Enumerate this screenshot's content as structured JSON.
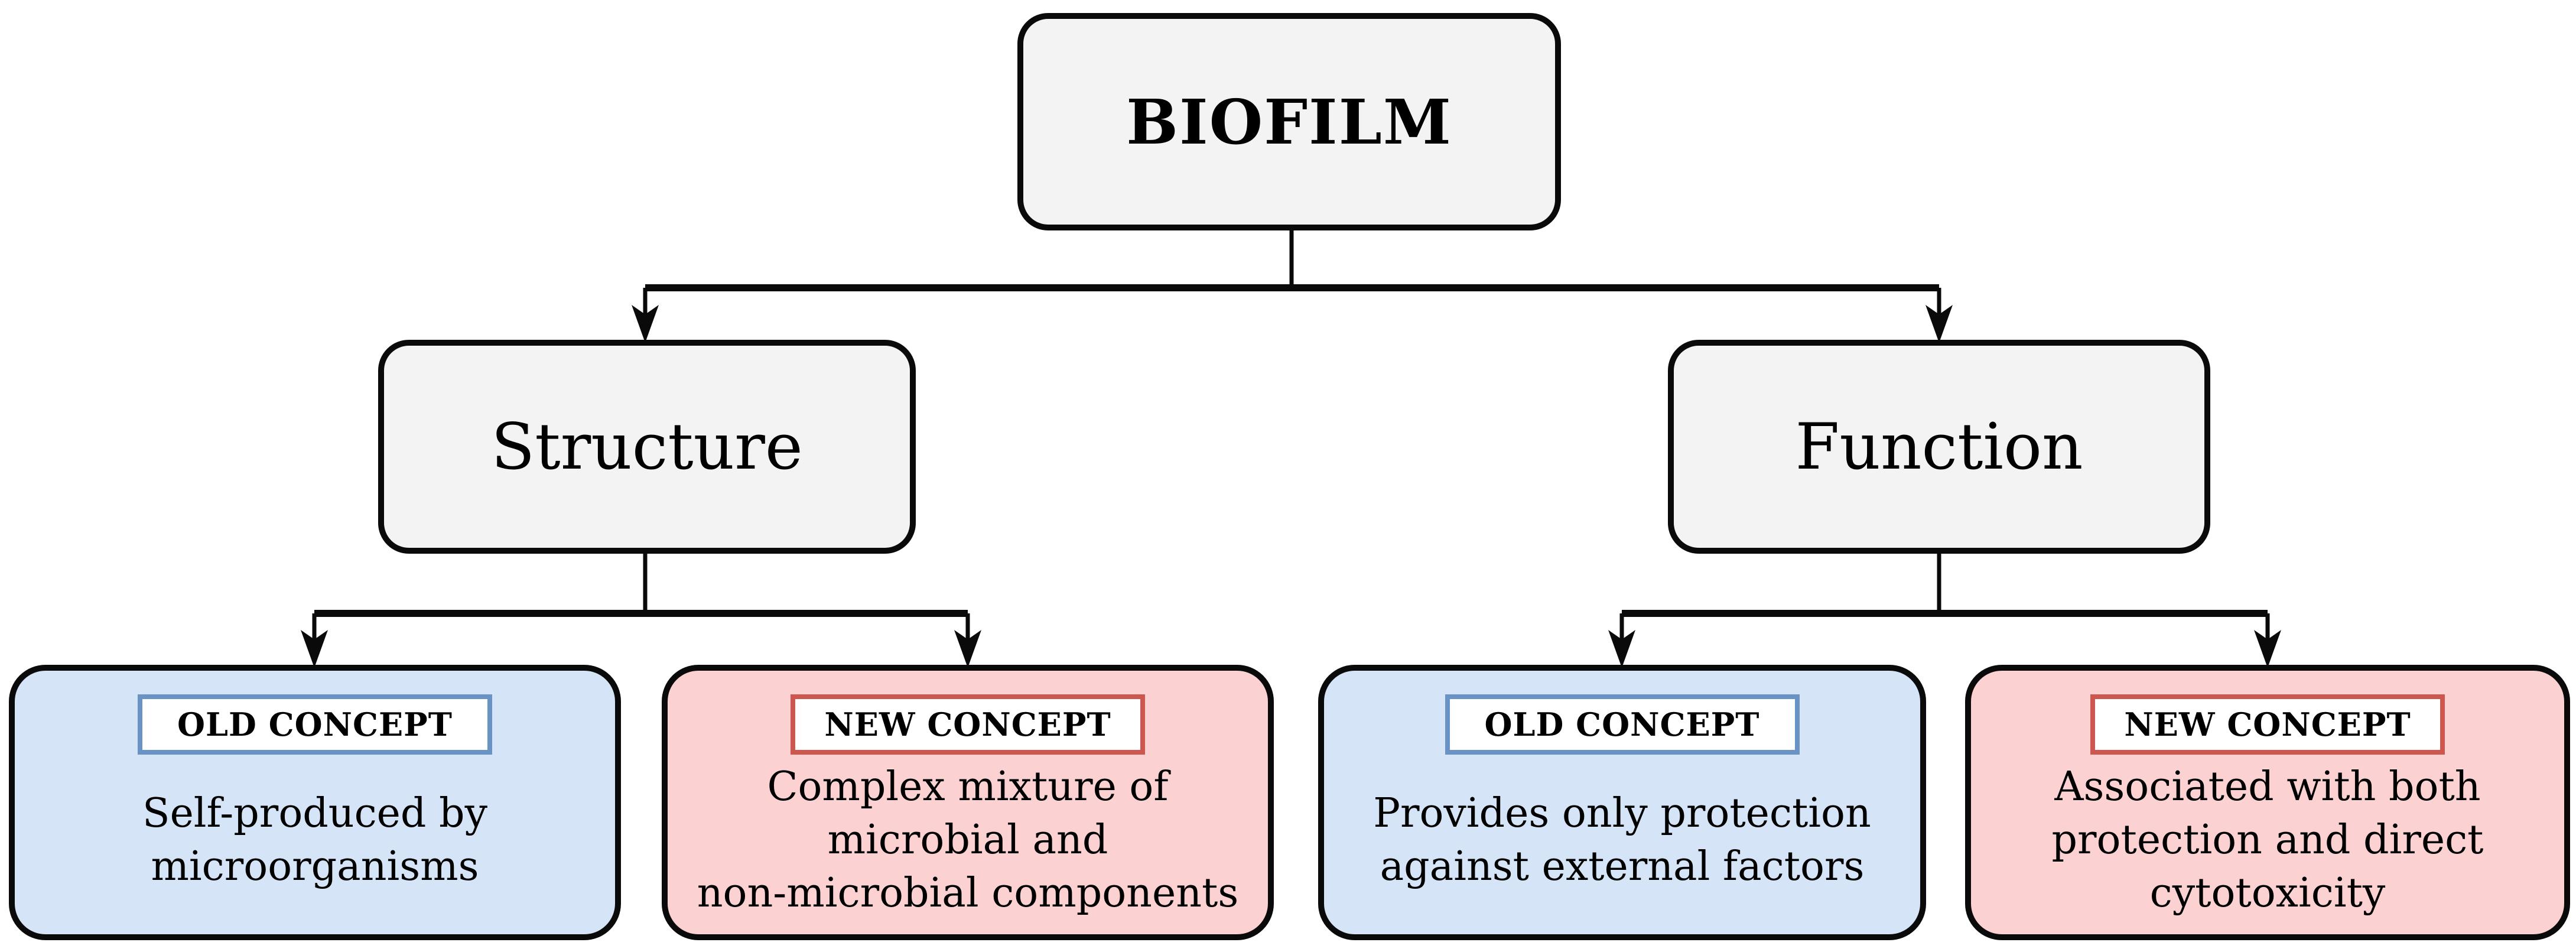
{
  "diagram": {
    "root": {
      "label": "BIOFILM"
    },
    "branches": [
      {
        "label": "Structure"
      },
      {
        "label": "Function"
      }
    ],
    "leaves": [
      {
        "tag": "OLD CONCEPT",
        "text": "Self-produced by\nmicroorganisms"
      },
      {
        "tag": "NEW CONCEPT",
        "text": "Complex mixture of\nmicrobial and\nnon-microbial components"
      },
      {
        "tag": "OLD CONCEPT",
        "text": "Provides only protection\nagainst external factors"
      },
      {
        "tag": "NEW CONCEPT",
        "text": "Associated with both\nprotection and direct\ncytotoxicity"
      }
    ],
    "colors": {
      "node_fill": "#f4f3f3",
      "outline": "#0a0a0a",
      "old_fill": "#d5e5f7",
      "old_accent": "#6893c4",
      "new_fill": "#fbd1d1",
      "new_accent": "#cb574f",
      "tag_background": "#ffffff"
    }
  }
}
